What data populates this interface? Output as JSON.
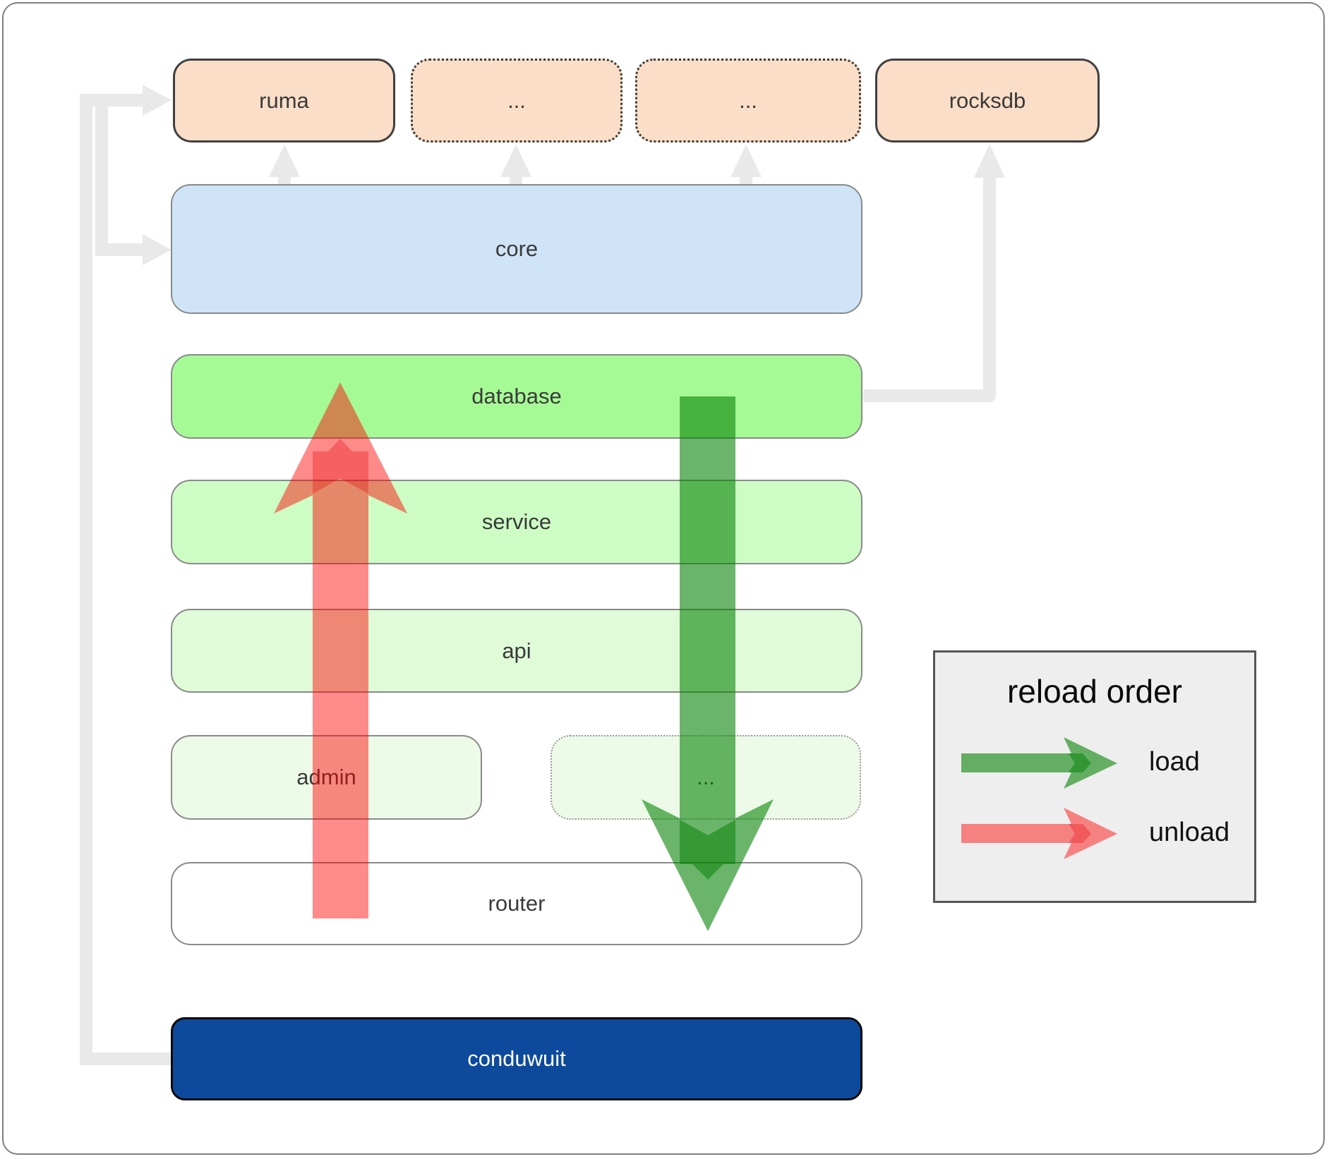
{
  "diagram": {
    "nodes": {
      "ruma": {
        "label": "ruma",
        "fill": "#fadec7"
      },
      "ellipsis_top_1": {
        "label": "...",
        "fill": "#fadec7"
      },
      "ellipsis_top_2": {
        "label": "...",
        "fill": "#fadec7"
      },
      "rocksdb": {
        "label": "rocksdb",
        "fill": "#fadec7"
      },
      "core": {
        "label": "core",
        "fill": "#d0e4f8"
      },
      "database": {
        "label": "database",
        "fill": "#a6fa96"
      },
      "service": {
        "label": "service",
        "fill": "#cdfcc5"
      },
      "api": {
        "label": "api",
        "fill": "#dffbd8"
      },
      "admin": {
        "label": "admin",
        "fill": "#ecfae7"
      },
      "ellipsis_admin": {
        "label": "...",
        "fill": "#ecfae7"
      },
      "router": {
        "label": "router",
        "fill": "#ffffff"
      },
      "conduwuit": {
        "label": "conduwuit",
        "fill": "#0d4a9c"
      }
    },
    "legend": {
      "title": "reload order",
      "items": [
        {
          "label": "load",
          "arrow_color": "#008000"
        },
        {
          "label": "unload",
          "arrow_color": "#ff0000"
        }
      ]
    },
    "colors": {
      "load_arrow": "#008000",
      "unload_arrow": "#ff0000",
      "dependency_connector": "#e9e9e9",
      "frame_border": "#808080"
    }
  }
}
